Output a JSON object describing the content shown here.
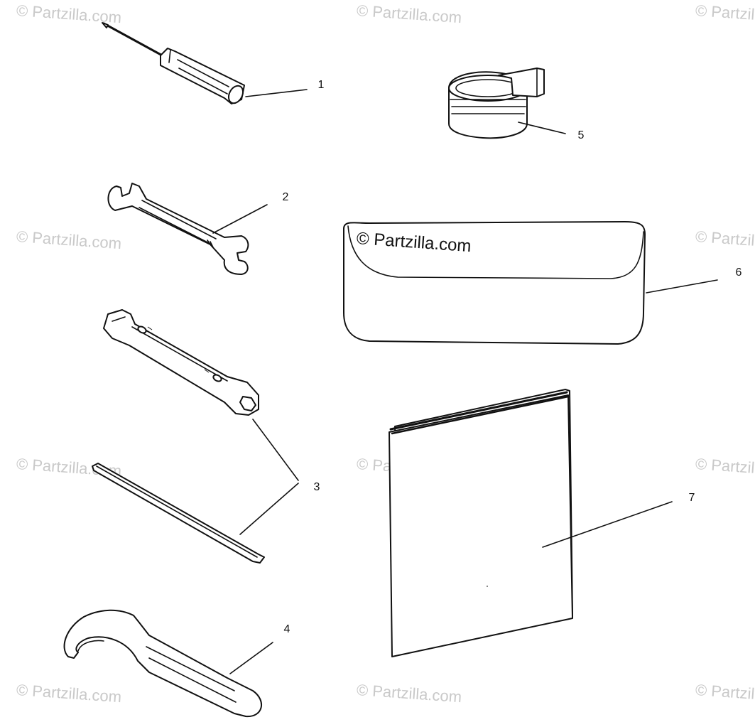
{
  "watermark": {
    "text": "© Partzilla.com",
    "color": "#c9c9c9"
  },
  "stamp_text": "© Partzilla.com",
  "callouts": [
    {
      "id": "1",
      "label": "1"
    },
    {
      "id": "2",
      "label": "2"
    },
    {
      "id": "3",
      "label": "3"
    },
    {
      "id": "4",
      "label": "4"
    },
    {
      "id": "5",
      "label": "5"
    },
    {
      "id": "6",
      "label": "6"
    },
    {
      "id": "7",
      "label": "7"
    }
  ],
  "parts": [
    {
      "callout": "1",
      "icon": "screwdriver-icon"
    },
    {
      "callout": "2",
      "icon": "open-end-wrench-icon"
    },
    {
      "callout": "3",
      "icon": "socket-wrench-and-bar-icon"
    },
    {
      "callout": "4",
      "icon": "spanner-hook-wrench-icon"
    },
    {
      "callout": "5",
      "icon": "tape-roll-icon"
    },
    {
      "callout": "6",
      "icon": "tool-pouch-icon"
    },
    {
      "callout": "7",
      "icon": "owners-manual-icon"
    }
  ]
}
